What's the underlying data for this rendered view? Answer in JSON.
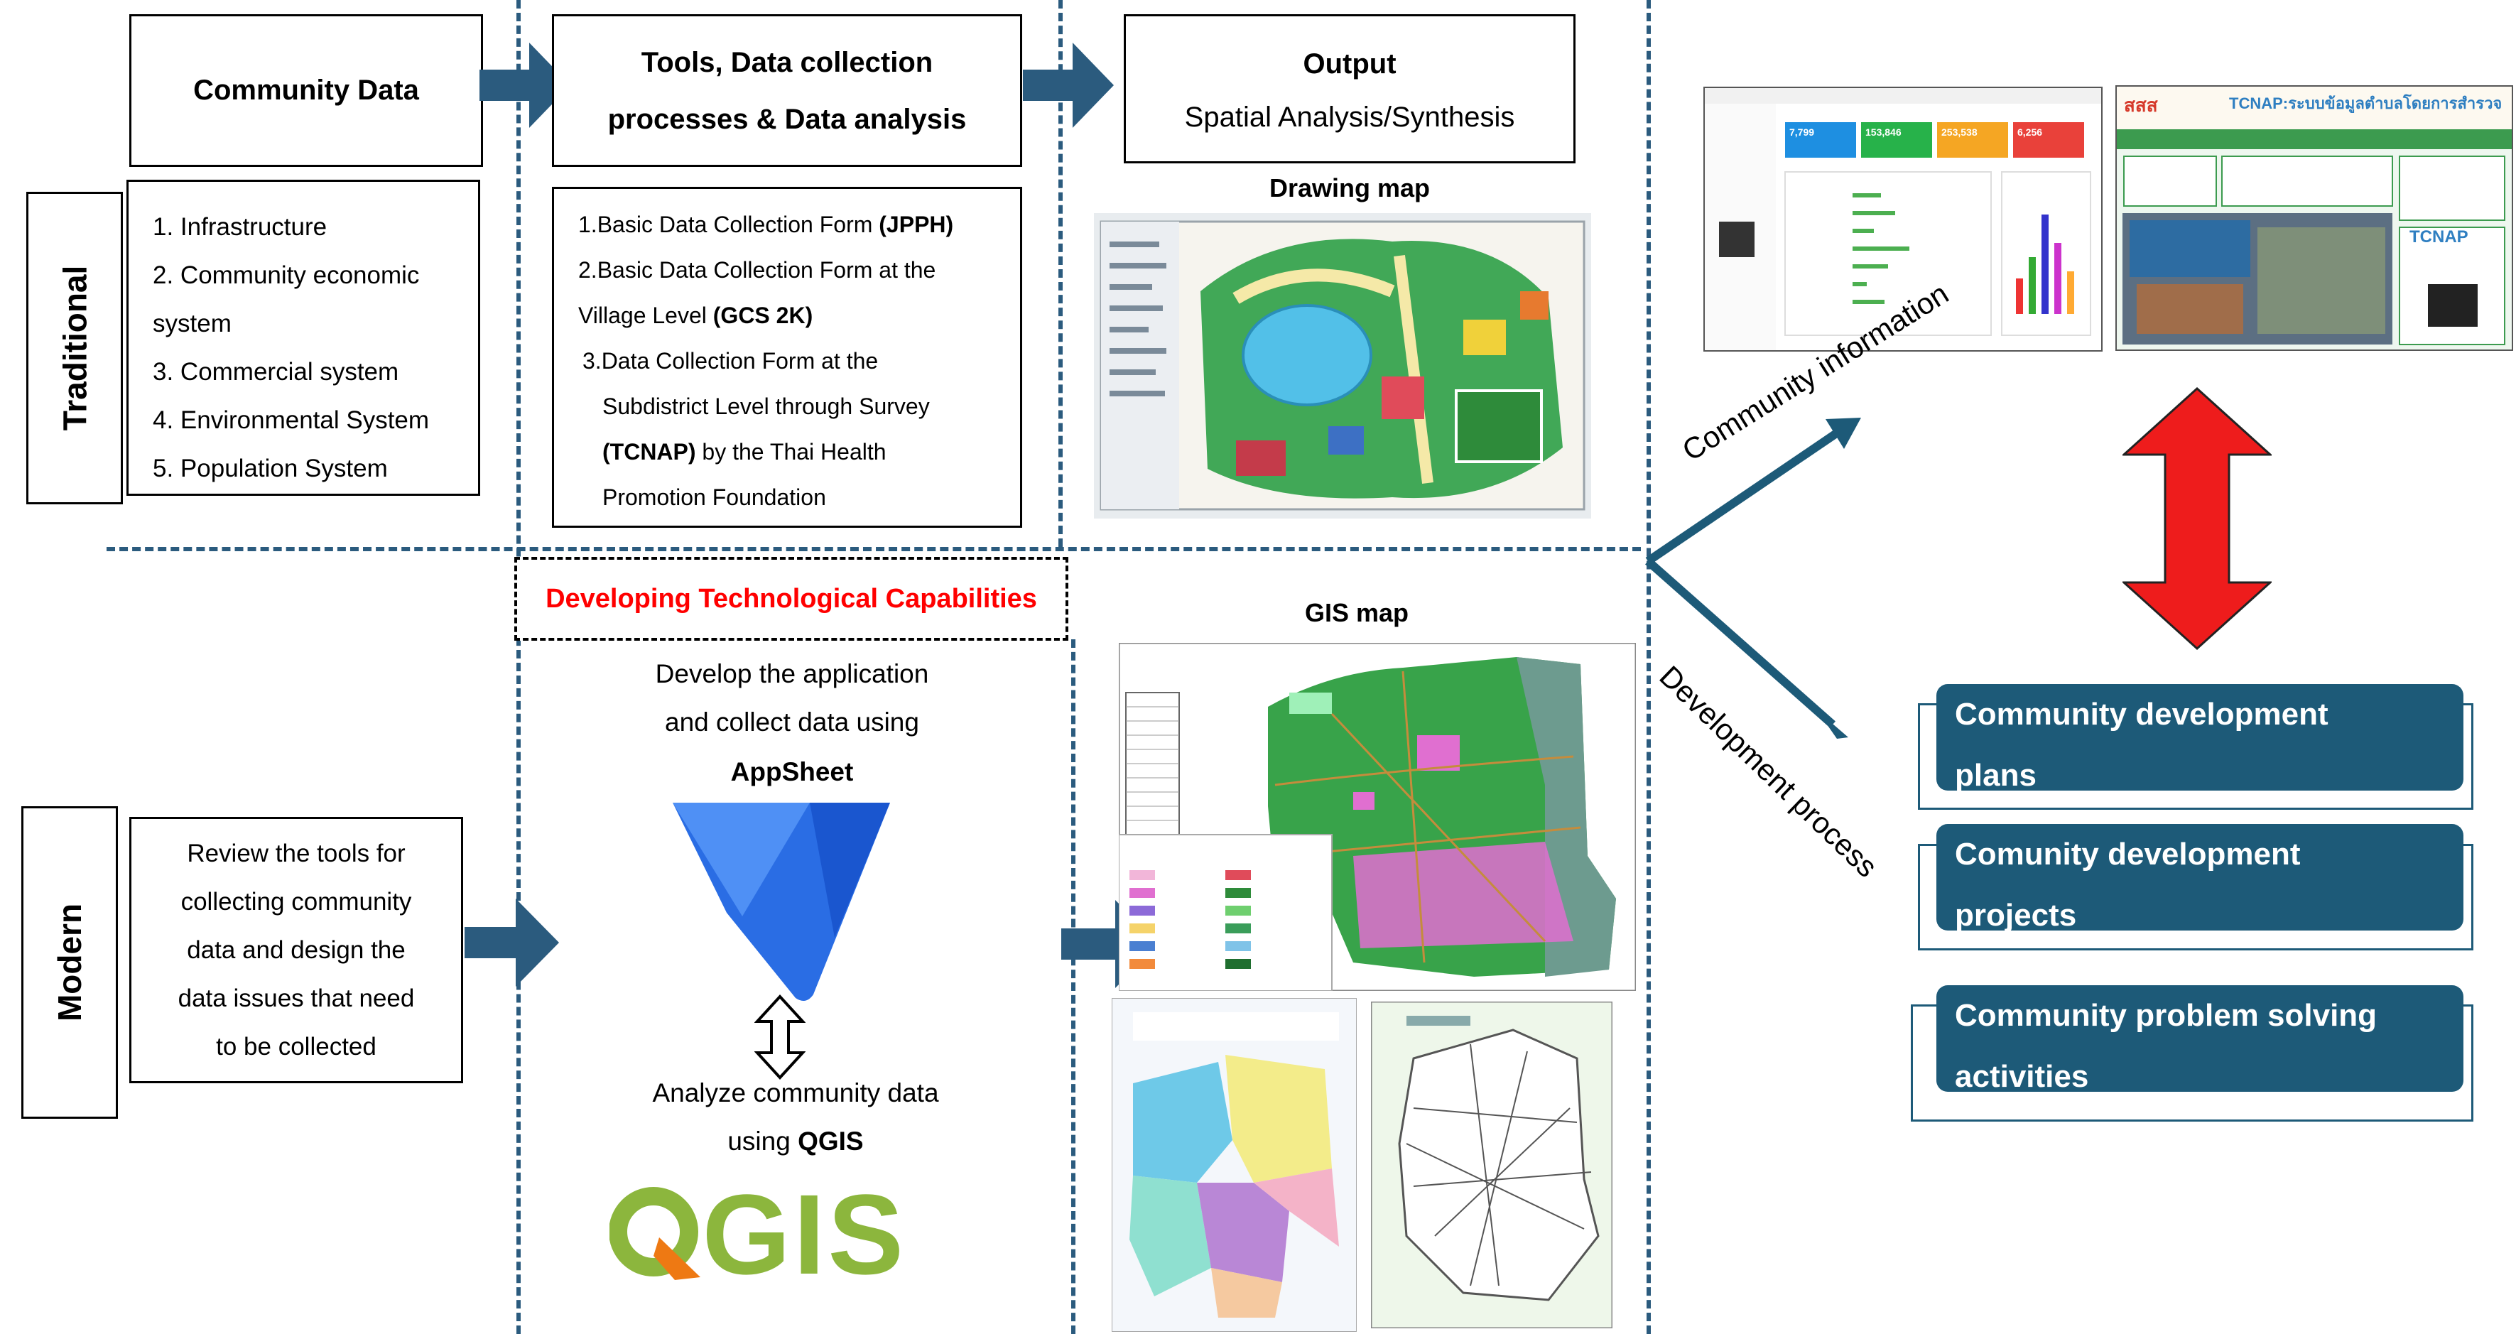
{
  "traditional_label": "Traditional",
  "modern_label": "Modern",
  "community_data": {
    "title": "Community Data",
    "items": [
      "1. Infrastructure",
      "2. Community economic",
      "system",
      "3. Commercial system",
      "4. Environmental System",
      "5. Population System"
    ]
  },
  "tools": {
    "title_line1": "Tools, Data collection",
    "title_line2": "processes & Data analysis",
    "items": [
      {
        "text": "1.Basic Data Collection Form ",
        "bold": "(JPPH)",
        "after": ""
      },
      {
        "text": "2.Basic Data Collection Form at the",
        "bold": "",
        "after": ""
      },
      {
        "text": "Village Level ",
        "bold": "(GCS 2K)",
        "after": ""
      },
      {
        "text": "3.Data Collection Form at the",
        "bold": "",
        "after": ""
      },
      {
        "text": "Subdistrict Level through Survey",
        "bold": "",
        "after": ""
      },
      {
        "text": "",
        "bold": "(TCNAP)",
        "after": " by the Thai Health"
      },
      {
        "text": "Promotion Foundation",
        "bold": "",
        "after": ""
      }
    ]
  },
  "output": {
    "title": "Output",
    "subtitle": "Spatial Analysis/Synthesis",
    "drawing_map_label": "Drawing map"
  },
  "tech": {
    "title": "Developing Technological Capabilities",
    "develop_line1": "Develop the application",
    "develop_line2": "and collect data using",
    "appsheet": "AppSheet",
    "analyze_line1": "Analyze community data",
    "analyze_pre": "using ",
    "analyze_bold": "QGIS",
    "qgis_logo": "QGIS"
  },
  "review": {
    "lines": [
      "Review the tools for",
      "collecting community",
      "data and design the",
      "data issues that need",
      "to be collected"
    ]
  },
  "gis_map_label": "GIS map",
  "community_information": "Community information",
  "development_process": "Development process",
  "dev_boxes": [
    {
      "line1": "Community development",
      "line2": "plans"
    },
    {
      "line1": "Comunity development",
      "line2": "projects"
    },
    {
      "line1": "Community problem solving",
      "line2": "activities"
    }
  ],
  "screenshot_right": {
    "brand": "TCNAP",
    "headline": "TCNAP:ระบบข้อมูลตำบลโดยการสำรวจ",
    "logo": "สสส"
  },
  "screenshot_left": {
    "numbers": [
      "7,799",
      "153,846",
      "253,538",
      "6,256"
    ]
  },
  "colors": {
    "teal": "#1d5a78",
    "dash": "#2b5b7e",
    "red": "#ee1c1c",
    "tech_title": "#ff0000"
  }
}
